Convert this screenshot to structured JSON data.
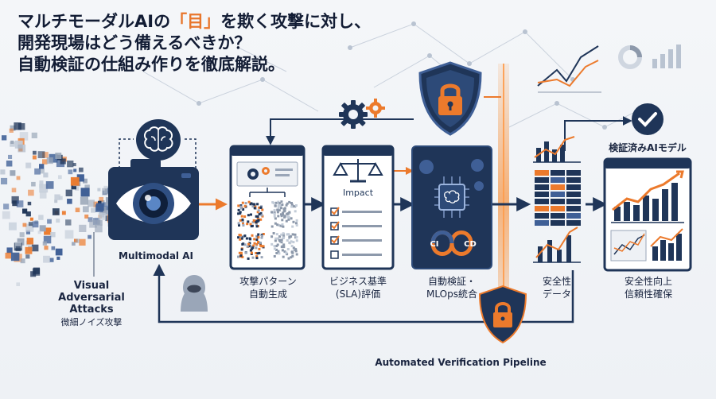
{
  "headline": {
    "line1_pre": "マルチモーダルAIの",
    "line1_accent": "「目」",
    "line1_post": "を欺く攻撃に対し、",
    "line2": "開発現場はどう備えるべきか？",
    "line3": "自動検証の仕組み作りを徹底解説。"
  },
  "attack": {
    "line1": "Visual",
    "line2": "Adversarial",
    "line3": "Attacks",
    "sub": "微細ノイズ攻撃"
  },
  "multimodal": {
    "label": "Multimodal AI"
  },
  "steps": {
    "pattern": {
      "line1": "攻撃パターン",
      "line2": "自動生成"
    },
    "business": {
      "card_title": "Impact",
      "line1": "ビジネス基準",
      "line2": "(SLA)評価"
    },
    "mlops": {
      "line1": "自動検証・",
      "line2": "MLOps統合",
      "ci": "CI",
      "cd": "CD"
    },
    "safety": {
      "line1": "安全性",
      "line2": "データ"
    },
    "improve": {
      "line1": "安全性向上",
      "line2": "信頼性確保"
    }
  },
  "verified_model": {
    "label": "検証済みAIモデル"
  },
  "pipeline": {
    "label": "Automated Verification Pipeline"
  },
  "colors": {
    "navy": "#1f3558",
    "orange": "#ec7a2c",
    "blue": "#3f5f96",
    "ink": "#14203a"
  },
  "icons": [
    "brain-icon",
    "camera-eye-icon",
    "hacker-icon",
    "gear-icon",
    "shield-lock-icon",
    "scales-icon",
    "checklist-icon",
    "chip-icon",
    "infinity-icon",
    "checkmark-icon",
    "bar-chart-icon",
    "line-chart-icon",
    "donut-chart-icon"
  ]
}
